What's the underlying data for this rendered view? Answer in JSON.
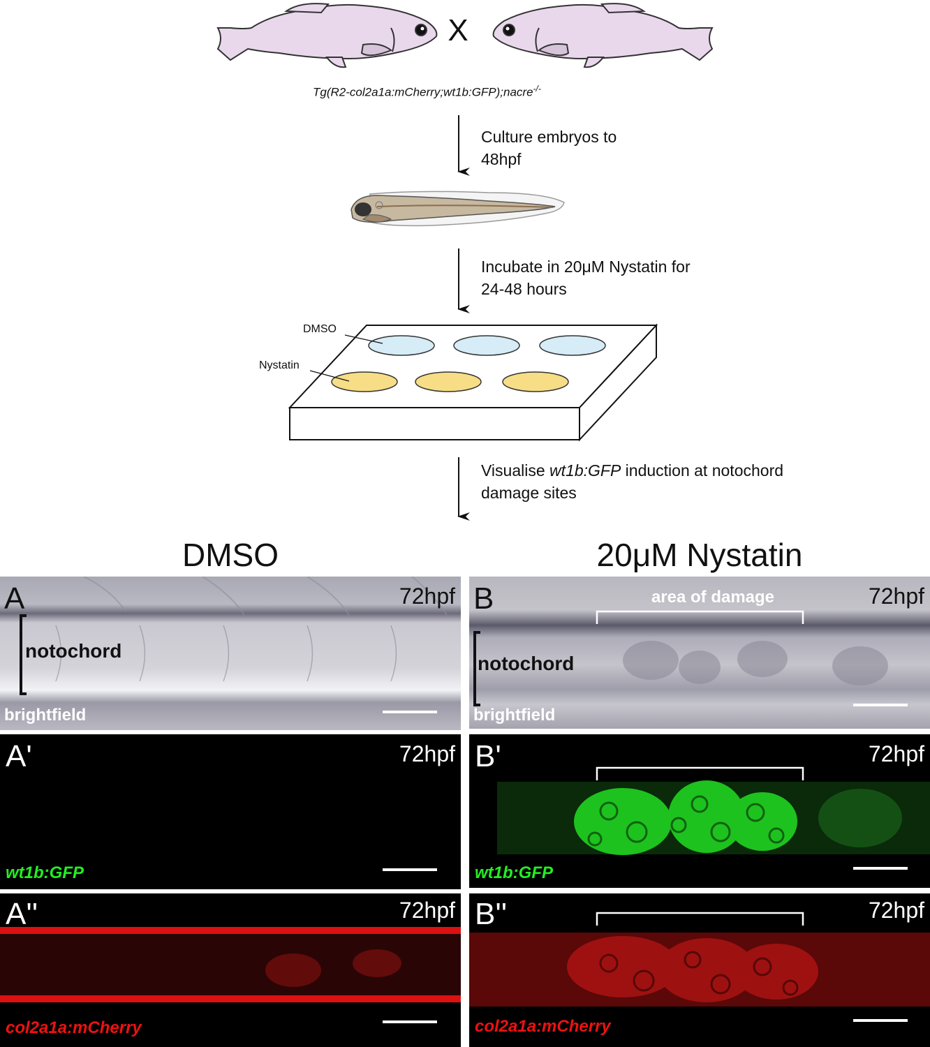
{
  "header": {
    "cross_symbol": "X",
    "genotype": "Tg(R2-col2a1a:mCherry;wt1b:GFP);nacre",
    "genotype_sup": "-/-"
  },
  "steps": [
    {
      "line1": "Culture embryos to",
      "line2": "48hpf"
    },
    {
      "line1": "Incubate in 20μM Nystatin for",
      "line2": "24-48 hours"
    },
    {
      "line1_pre": "Visualise ",
      "line1_italic": "wt1b:GFP",
      "line1_post": " induction at notochord",
      "line2": "damage sites"
    }
  ],
  "plate": {
    "dmso_label": "DMSO",
    "nystatin_label": "Nystatin"
  },
  "columns": {
    "left": "DMSO",
    "right": "20μM Nystatin"
  },
  "panels": {
    "A": {
      "label": "A",
      "time": "72hpf",
      "channel": "brightfield",
      "structure": "notochord"
    },
    "A1": {
      "label": "A'",
      "time": "72hpf",
      "channel": "wt1b:GFP"
    },
    "A2": {
      "label": "A''",
      "time": "72hpf",
      "channel": "col2a1a:mCherry"
    },
    "B": {
      "label": "B",
      "time": "72hpf",
      "channel": "brightfield",
      "structure": "notochord",
      "annotation": "area of damage"
    },
    "B1": {
      "label": "B'",
      "time": "72hpf",
      "channel": "wt1b:GFP"
    },
    "B2": {
      "label": "B''",
      "time": "72hpf",
      "channel": "col2a1a:mCherry"
    }
  },
  "colors": {
    "fish_body": "#e9d8ec",
    "dmso_well": "#d6ecf7",
    "nystatin_well": "#f7dd86",
    "gfp": "#22ee22",
    "mcherry": "#ee1111",
    "background": "#000000"
  }
}
